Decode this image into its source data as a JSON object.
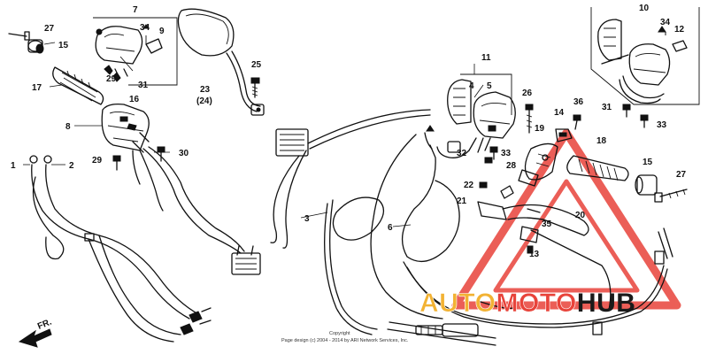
{
  "diagram": {
    "callouts": [
      {
        "id": "c-27a",
        "text": "27"
      },
      {
        "id": "c-15a",
        "text": "15"
      },
      {
        "id": "c-17",
        "text": "17"
      },
      {
        "id": "c-7",
        "text": "7"
      },
      {
        "id": "c-34a",
        "text": "34"
      },
      {
        "id": "c-9",
        "text": "9"
      },
      {
        "id": "c-29a",
        "text": "29"
      },
      {
        "id": "c-31a",
        "text": "31"
      },
      {
        "id": "c-16",
        "text": "16"
      },
      {
        "id": "c-25",
        "text": "25"
      },
      {
        "id": "c-23",
        "text": "23"
      },
      {
        "id": "c-24",
        "text": "(24)"
      },
      {
        "id": "c-8",
        "text": "8"
      },
      {
        "id": "c-29b",
        "text": "29"
      },
      {
        "id": "c-30",
        "text": "30"
      },
      {
        "id": "c-1",
        "text": "1"
      },
      {
        "id": "c-2",
        "text": "2"
      },
      {
        "id": "c-11",
        "text": "11"
      },
      {
        "id": "c-4",
        "text": "4"
      },
      {
        "id": "c-5",
        "text": "5"
      },
      {
        "id": "c-26",
        "text": "26"
      },
      {
        "id": "c-36",
        "text": "36"
      },
      {
        "id": "c-14",
        "text": "14"
      },
      {
        "id": "c-19",
        "text": "19"
      },
      {
        "id": "c-18",
        "text": "18"
      },
      {
        "id": "c-32",
        "text": "32"
      },
      {
        "id": "c-33a",
        "text": "33"
      },
      {
        "id": "c-28",
        "text": "28"
      },
      {
        "id": "c-22",
        "text": "22"
      },
      {
        "id": "c-21",
        "text": "21"
      },
      {
        "id": "c-20",
        "text": "20"
      },
      {
        "id": "c-35",
        "text": "35"
      },
      {
        "id": "c-13",
        "text": "13"
      },
      {
        "id": "c-15b",
        "text": "15"
      },
      {
        "id": "c-27b",
        "text": "27"
      },
      {
        "id": "c-3",
        "text": "3"
      },
      {
        "id": "c-6",
        "text": "6"
      },
      {
        "id": "c-10",
        "text": "10"
      },
      {
        "id": "c-34b",
        "text": "34"
      },
      {
        "id": "c-12",
        "text": "12"
      },
      {
        "id": "c-31b",
        "text": "31"
      },
      {
        "id": "c-33b",
        "text": "33"
      }
    ],
    "front_arrow_label": "FR.",
    "copyright_line1": "Copyright",
    "copyright_line2": "Page design (c) 2004 - 2014 by ARI Network Services, Inc."
  },
  "watermark": {
    "part1": "AUTO",
    "part2": "MOTO",
    "part3": "HUB",
    "colors": {
      "auto": "#f2b233",
      "moto": "#e8433a",
      "hub": "#1a1a1a",
      "triangle": "#e8433a"
    }
  }
}
